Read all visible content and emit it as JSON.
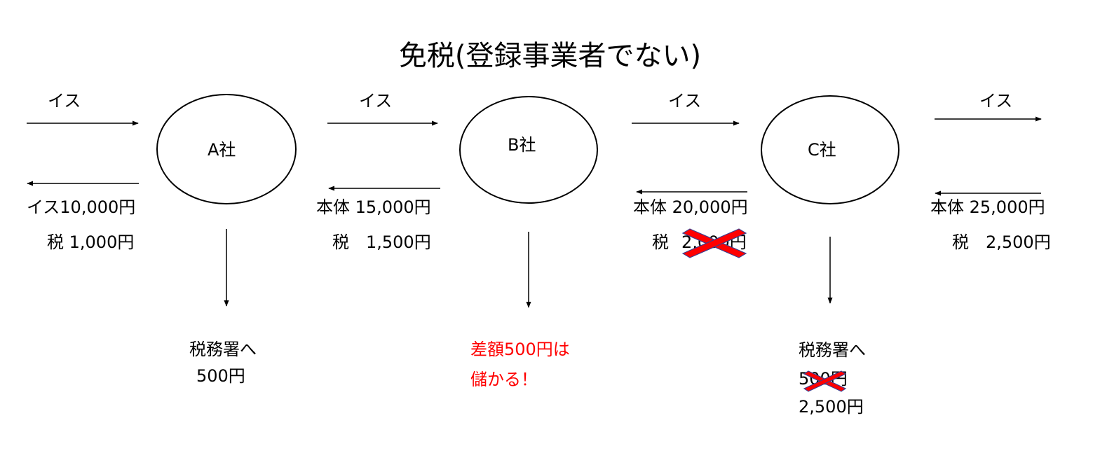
{
  "title": "免税(登録事業者でない)",
  "colors": {
    "line": "#000000",
    "highlight": "#ff0000",
    "cross_fill": "#ff0000",
    "cross_stroke": "#3b3f8f"
  },
  "arrows_goods_label": [
    "イス",
    "イス",
    "イス",
    "イス"
  ],
  "companies": [
    "A社",
    "B社",
    "C社"
  ],
  "payments": [
    {
      "body": "イス10,000円",
      "tax": "税 1,000円"
    },
    {
      "body": "本体 15,000円",
      "tax": "税　1,500円"
    },
    {
      "body": "本体 20,000円",
      "tax_prefix": "税",
      "tax_struck": "2,000円"
    },
    {
      "body": "本体 25,000円",
      "tax": "税　2,500円"
    }
  ],
  "tax_office": {
    "a": {
      "line1": "税務署へ",
      "line2": "500円"
    },
    "b": {
      "line1": "差額500円は",
      "line2": "儲かる！"
    },
    "c": {
      "line1": "税務署へ",
      "struck": "500円",
      "line3": "2,500円"
    }
  }
}
